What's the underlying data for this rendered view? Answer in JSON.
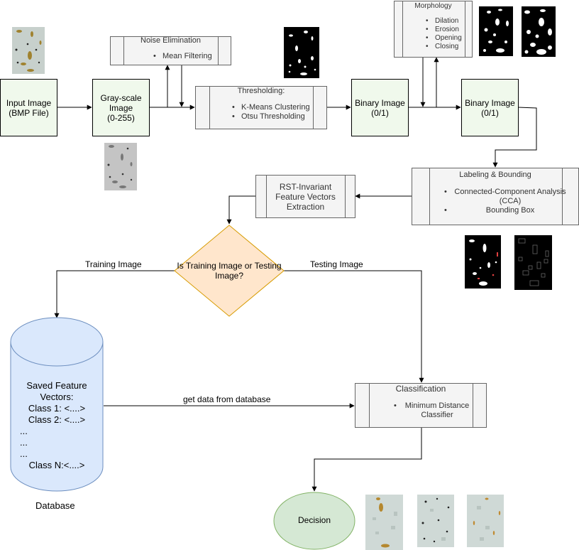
{
  "nodes": {
    "input_image": {
      "line1": "Input Image",
      "line2": "(BMP File)"
    },
    "grayscale": {
      "line1": "Gray-scale",
      "line2": "Image",
      "line3": "(0-255)"
    },
    "noise": {
      "title": "Noise Elimination",
      "items": [
        "Mean Filtering"
      ]
    },
    "threshold": {
      "title": "Thresholding:",
      "items": [
        "K-Means Clustering",
        "Otsu Thresholding"
      ]
    },
    "binary1": {
      "line1": "Binary Image",
      "line2": "(0/1)"
    },
    "morphology": {
      "title": "Morphology",
      "items": [
        "Dilation",
        "Erosion",
        "Opening",
        "Closing"
      ]
    },
    "binary2": {
      "line1": "Binary Image",
      "line2": "(0/1)"
    },
    "labeling": {
      "title": "Labeling & Bounding",
      "items": [
        "Connected-Component Analysis (CCA)",
        "Bounding Box"
      ]
    },
    "rst": {
      "line1": "RST-Invariant",
      "line2": "Feature Vectors",
      "line3": "Extraction"
    },
    "decision_diamond": {
      "line1": "Is Training Image or Testing",
      "line2": "Image?"
    },
    "database": {
      "lines": [
        "Saved Feature",
        "Vectors:",
        "Class 1: <....>",
        "Class 2: <....>",
        "...",
        "...",
        "...",
        "Class N:<....>"
      ],
      "caption": "Database"
    },
    "classification": {
      "title": "Classification",
      "items": [
        "Minimum Distance Classifier"
      ]
    },
    "decision": {
      "label": "Decision"
    }
  },
  "edge_labels": {
    "training": "Training Image",
    "testing": "Testing Image",
    "get_data": "get data from database"
  },
  "colors": {
    "green_fill": "#f0f9ec",
    "process_fill": "#f4f4f4",
    "diamond_fill": "#ffe6cc",
    "diamond_stroke": "#d79b00",
    "database_fill": "#dae8fc",
    "database_stroke": "#6c8ebf",
    "decision_fill": "#d5e8d4",
    "decision_stroke": "#82b366"
  }
}
